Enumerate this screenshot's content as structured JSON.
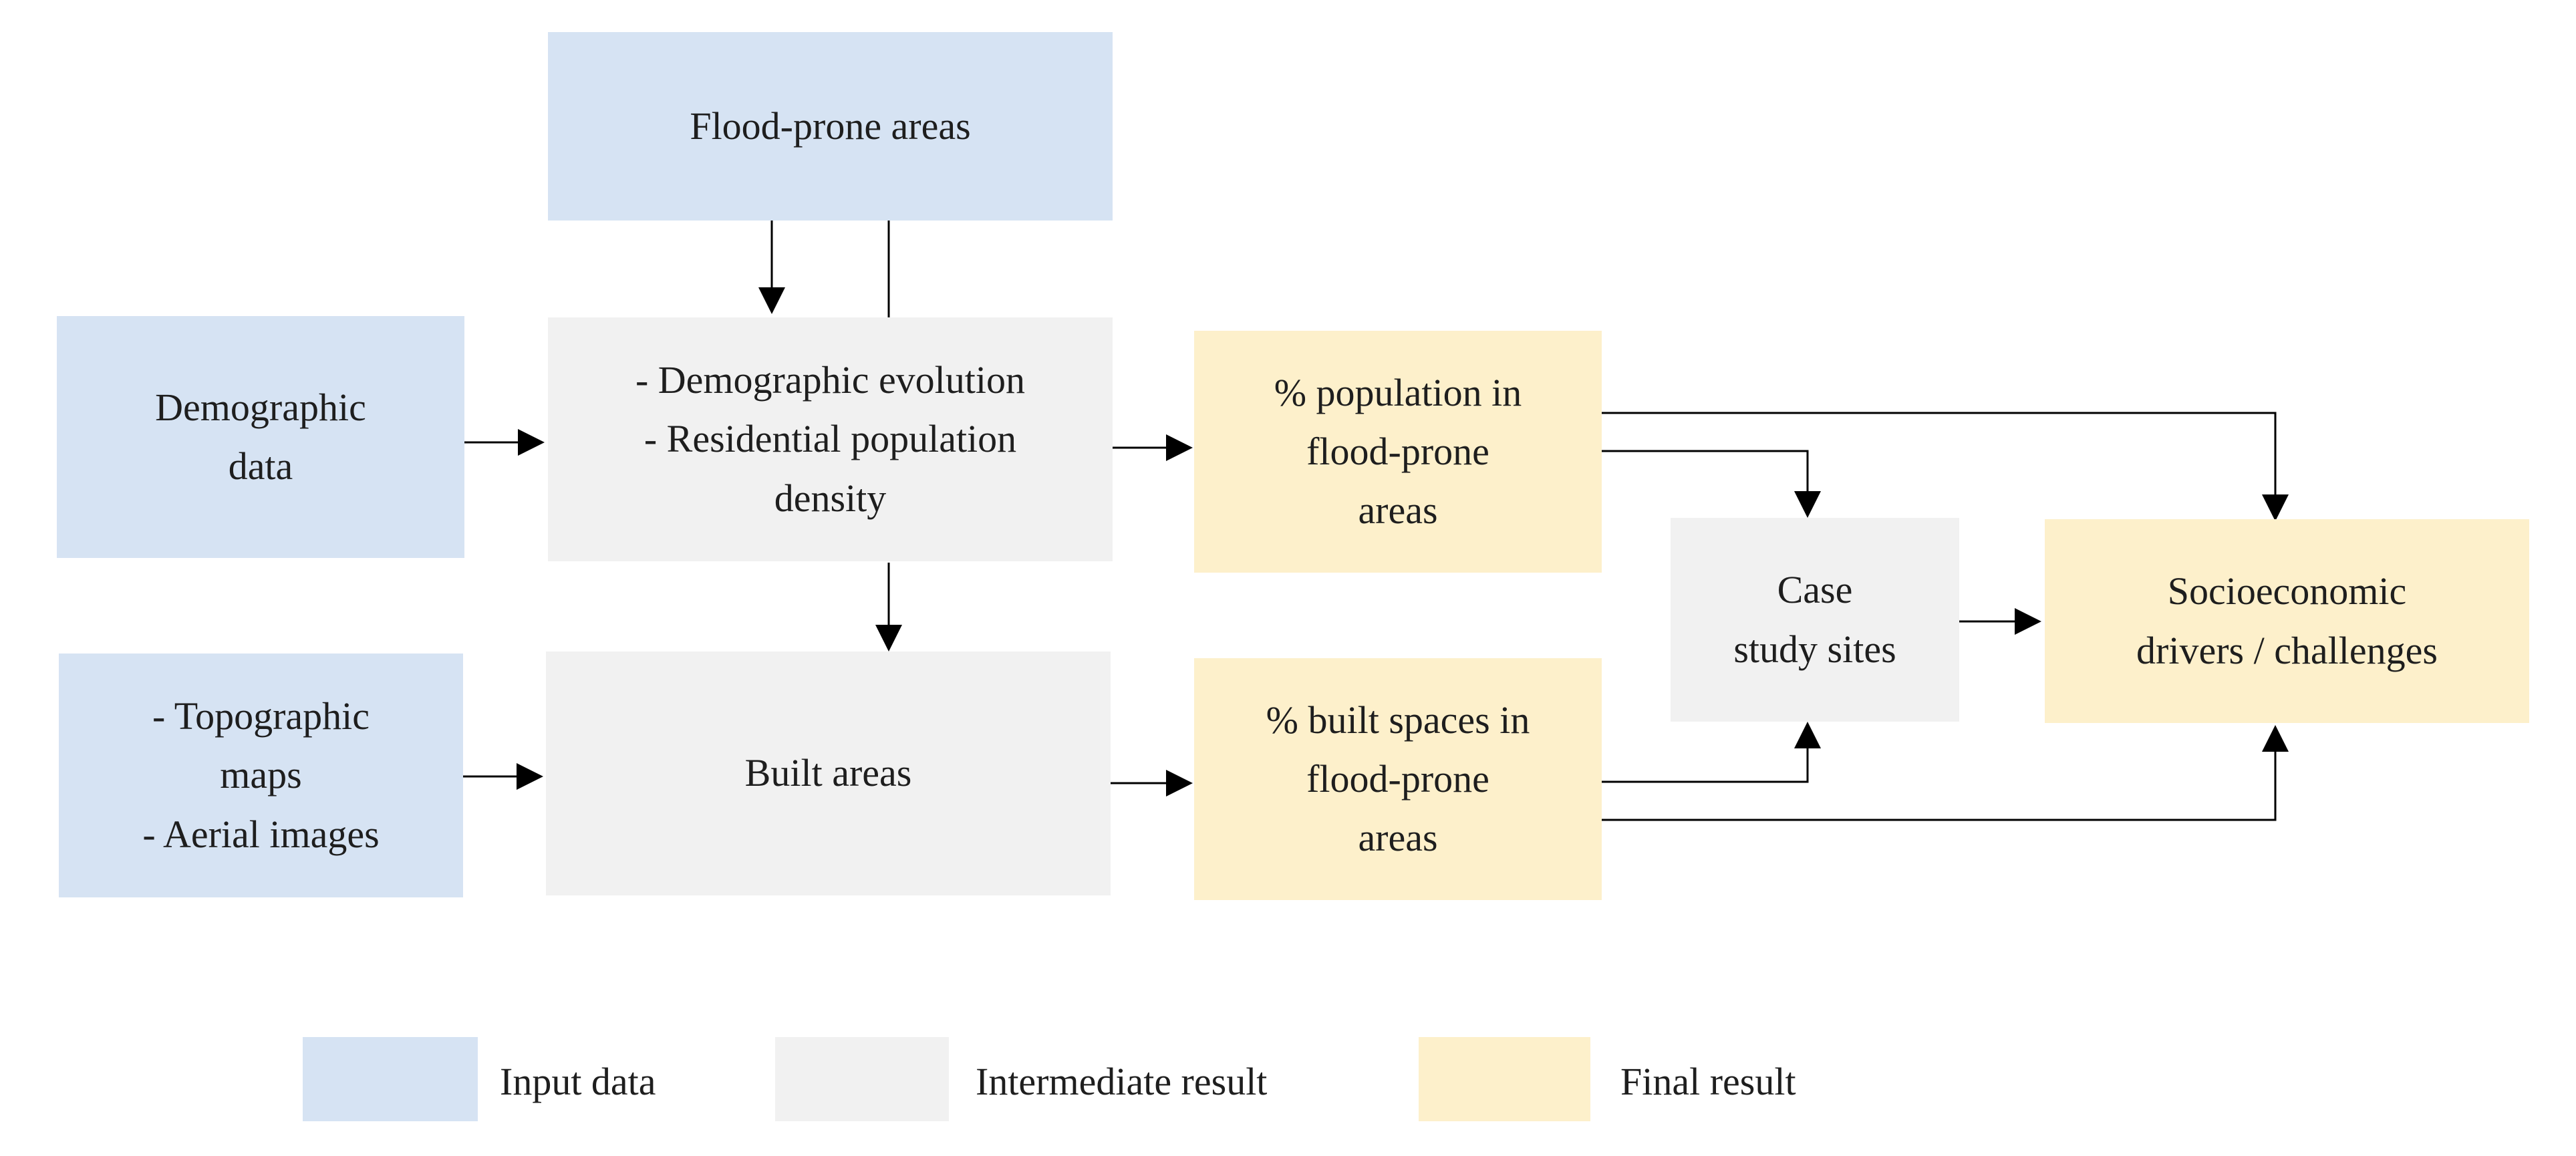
{
  "nodes": {
    "flood_prone_areas": {
      "lines": [
        "Flood-prone areas"
      ]
    },
    "demographic_data": {
      "lines": [
        "Demographic",
        "data"
      ]
    },
    "demographic_evolution": {
      "lines": [
        "- Demographic evolution",
        "- Residential population",
        "density"
      ]
    },
    "pct_population": {
      "lines": [
        "% population in",
        "flood-prone",
        "areas"
      ]
    },
    "topographic": {
      "lines": [
        "- Topographic",
        "maps",
        "- Aerial images"
      ]
    },
    "built_areas": {
      "lines": [
        "Built areas"
      ]
    },
    "pct_built": {
      "lines": [
        "% built spaces in",
        "flood-prone",
        "areas"
      ]
    },
    "case_study": {
      "lines": [
        "Case",
        "study sites"
      ]
    },
    "socioeconomic": {
      "lines": [
        "Socioeconomic",
        "drivers / challenges"
      ]
    }
  },
  "legend": [
    {
      "label": "Input data",
      "color": "#d6e3f3"
    },
    {
      "label": "Intermediate result",
      "color": "#f1f1f1"
    },
    {
      "label": "Final result",
      "color": "#fdf0cb"
    }
  ],
  "colors": {
    "input": "#d6e3f3",
    "intermediate": "#f1f1f1",
    "final": "#fdf0cb",
    "arrow": "#000000"
  },
  "edges": [
    {
      "from": "Flood-prone areas",
      "to": "- Demographic evolution"
    },
    {
      "from": "Demographic data",
      "to": "- Demographic evolution"
    },
    {
      "from": "- Demographic evolution",
      "to": "% population in flood-prone areas"
    },
    {
      "from": "- Demographic evolution",
      "to": "Built areas"
    },
    {
      "from": "- Topographic maps",
      "to": "Built areas"
    },
    {
      "from": "Built areas",
      "to": "% built spaces in flood-prone areas"
    },
    {
      "from": "% population in flood-prone areas",
      "to": "Case study sites"
    },
    {
      "from": "% population in flood-prone areas",
      "to": "Socioeconomic drivers / challenges"
    },
    {
      "from": "% built spaces in flood-prone areas",
      "to": "Case study sites"
    },
    {
      "from": "% built spaces in flood-prone areas",
      "to": "Socioeconomic drivers / challenges"
    },
    {
      "from": "Case study sites",
      "to": "Socioeconomic drivers / challenges"
    }
  ]
}
